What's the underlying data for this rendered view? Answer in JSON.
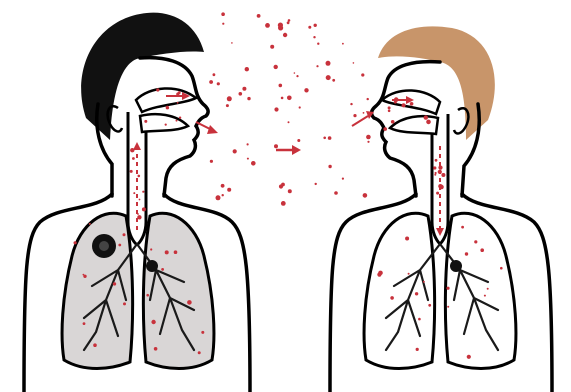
{
  "figure": {
    "subjects": [
      {
        "role": "infected-person",
        "hair_color": "#111111",
        "lung_fill": "#d9d6d6",
        "has_lesion": true
      },
      {
        "role": "exposed-person",
        "hair_color": "#c8956a",
        "lung_fill": "#ffffff",
        "has_lesion": false
      }
    ],
    "colors": {
      "outline": "#000000",
      "droplet": "#c8323c",
      "background": "#ffffff"
    },
    "transmission_direction": "left-to-right",
    "labels": []
  }
}
